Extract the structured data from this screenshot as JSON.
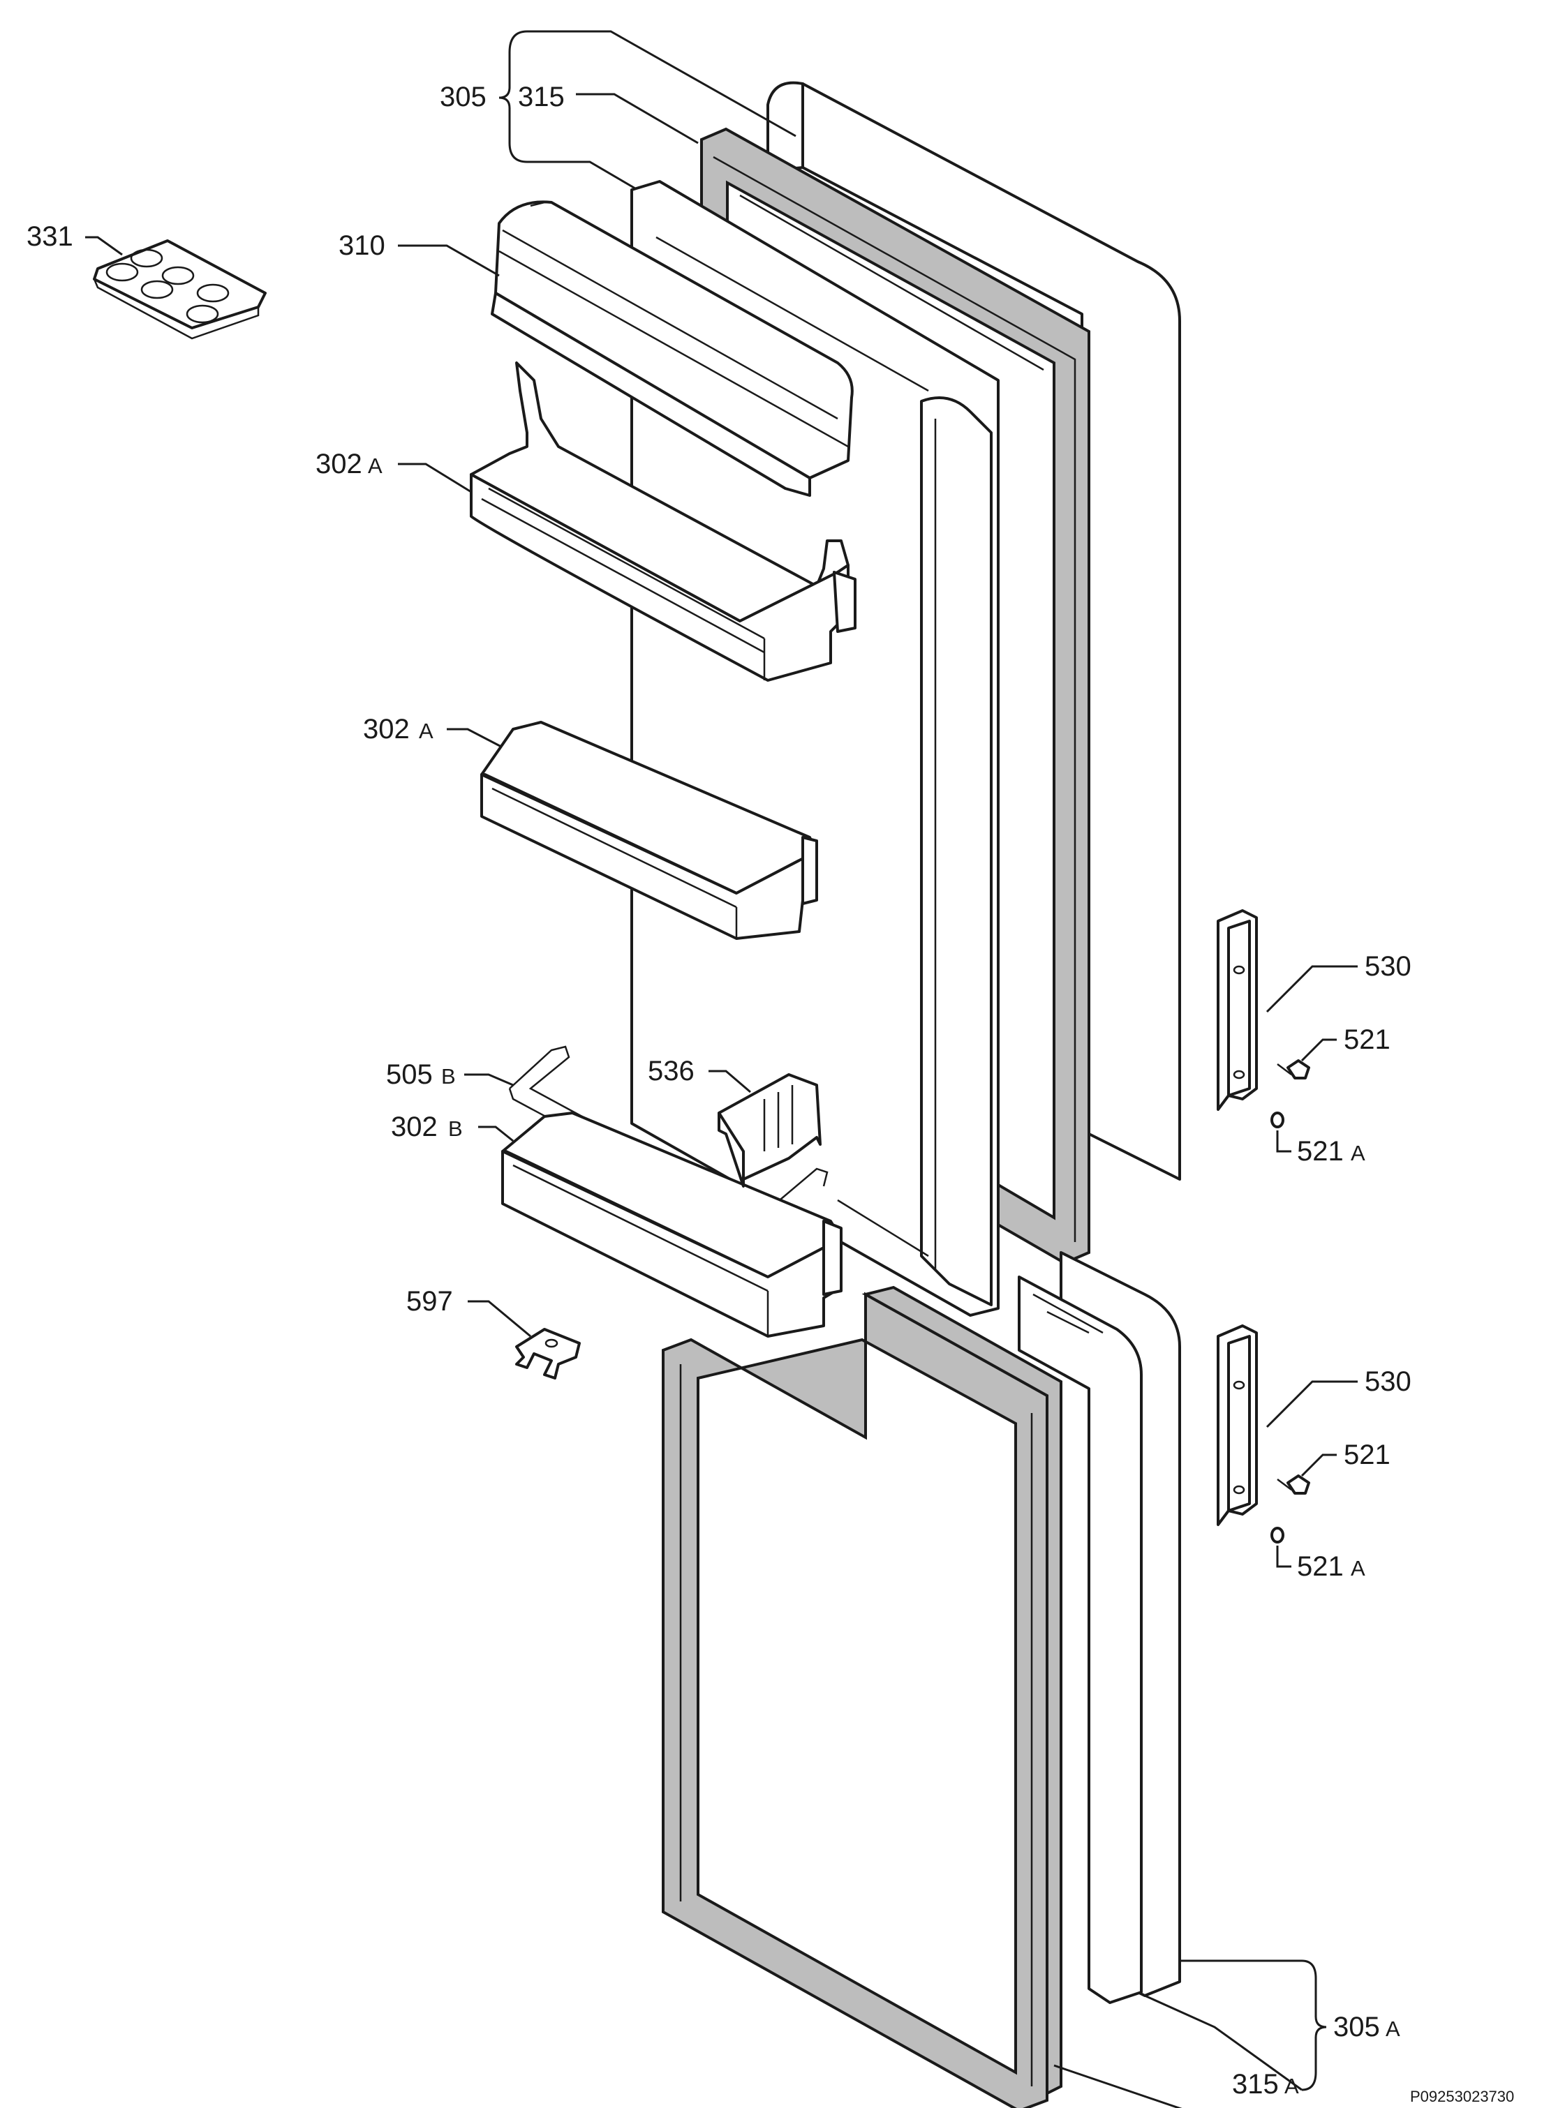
{
  "labels": {
    "l305": "305",
    "l315": "315",
    "l331": "331",
    "l310": "310",
    "l302a_top": "302",
    "l302a_top_suffix": "A",
    "l302a_mid": "302",
    "l302a_mid_suffix": "A",
    "l505b": "505",
    "l505b_suffix": "B",
    "l302b": "302",
    "l302b_suffix": "B",
    "l536": "536",
    "l597": "597",
    "l530_top": "530",
    "l521_top": "521",
    "l521a_top": "521",
    "l521a_top_suffix": "A",
    "l530_bot": "530",
    "l521_bot": "521",
    "l521a_bot": "521",
    "l521a_bot_suffix": "A",
    "l305a": "305",
    "l305a_suffix": "A",
    "l315a": "315",
    "l315a_suffix": "A"
  },
  "drawing_code": "P09253023730",
  "colors": {
    "line": "#1a1a1a",
    "gasket_fill": "#bdbdbd",
    "background": "#ffffff"
  }
}
